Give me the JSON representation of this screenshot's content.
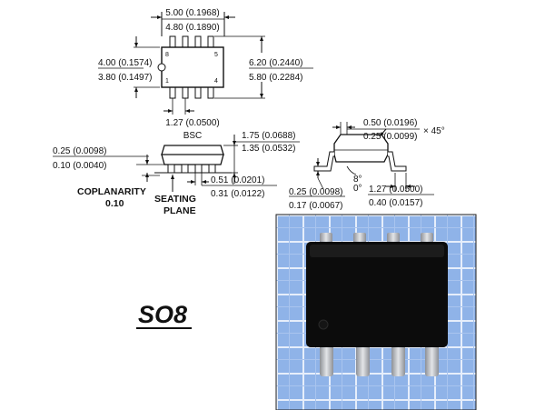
{
  "package_name": "SO8",
  "top_view": {
    "length_max": "5.00 (0.1968)",
    "length_min": "4.80 (0.1890)",
    "body_width_max": "4.00 (0.1574)",
    "body_width_min": "3.80 (0.1497)",
    "total_width_max": "6.20 (0.2440)",
    "total_width_min": "5.80 (0.2284)",
    "pin_8": "8",
    "pin_5": "5",
    "pin_1": "1",
    "pin_4": "4",
    "pitch": "1.27 (0.0500)",
    "pitch_note": "BSC"
  },
  "side_view": {
    "standoff_max": "0.25 (0.0098)",
    "standoff_min": "0.10 (0.0040)",
    "height_max": "1.75 (0.0688)",
    "height_min": "1.35 (0.0532)",
    "lead_width_max": "0.51 (0.0201)",
    "lead_width_min": "0.31 (0.0122)",
    "coplanarity_label": "COPLANARITY",
    "coplanarity_value": "0.10",
    "seating_label": "SEATING",
    "plane_label": "PLANE"
  },
  "end_view": {
    "chamfer_max": "0.50 (0.0196)",
    "chamfer_min": "0.25 (0.0099)",
    "chamfer_angle": "× 45°",
    "angle_max": "8°",
    "angle_min": "0°",
    "thickness_max": "0.25 (0.0098)",
    "thickness_min": "0.17 (0.0067)",
    "foot_max": "1.27 (0.0500)",
    "foot_min": "0.40 (0.0157)"
  },
  "colors": {
    "ink": "#111111",
    "photo_grid_background": "#8fb3e8",
    "chip_body": "#0c0c0c",
    "lead_metal": "#b9bcc2"
  }
}
